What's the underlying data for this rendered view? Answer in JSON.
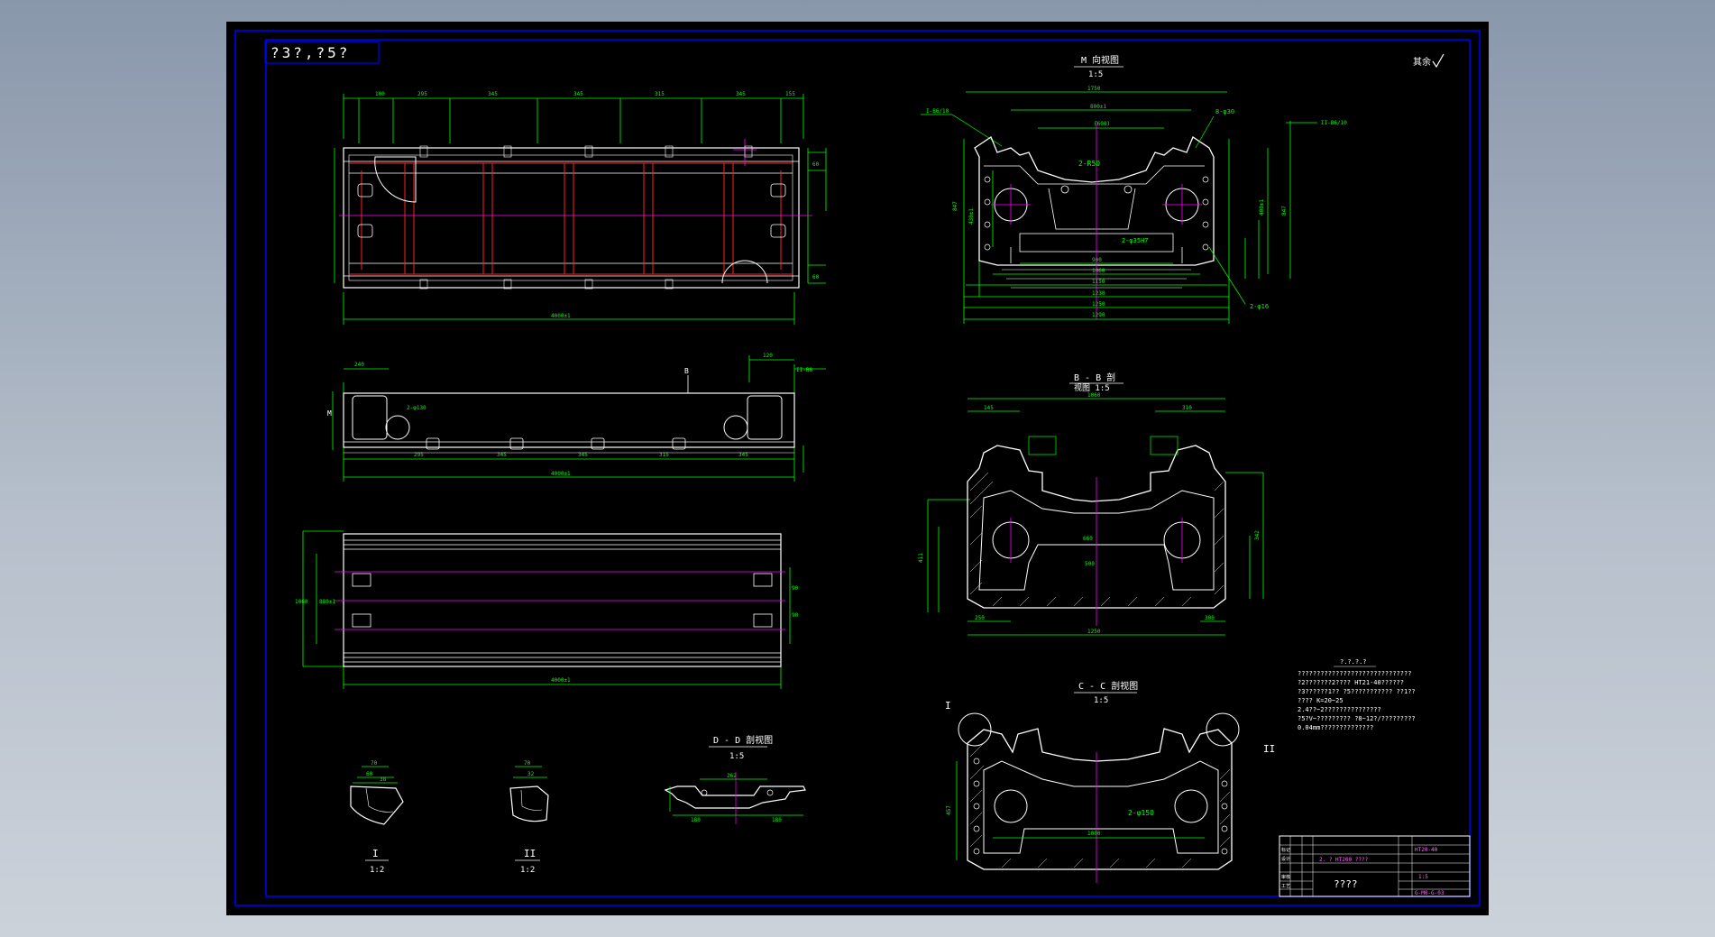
{
  "colors": {
    "background_top": "#8997ab",
    "background_bottom": "#ccd2da",
    "sheet": "#000000",
    "frame": "#0000ff",
    "geometry": "#ffffff",
    "dimension": "#00ff00",
    "centerline": "#ff00ff",
    "hidden": "#ff2020",
    "annotation": "#00ffff"
  },
  "title_tag": "?3?,?5?",
  "corner_mark": "其余",
  "views": {
    "top_title": "M 向视图",
    "top_scale": "1:5",
    "bb_title": "B - B 剖",
    "bb_sub": "视图 1:5",
    "cc_title": "C - C 剖视图",
    "cc_scale": "1:5",
    "dd_title": "D - D 剖视图",
    "dd_scale": "1:5",
    "detail1_label": "I",
    "detail1_scale": "1:2",
    "detail2_label": "II",
    "detail2_scale": "1:2"
  },
  "callouts": {
    "r50": "2-R50",
    "phi35": "2-φ35H7",
    "phi150": "2-φ150",
    "phi8": "8-φ30",
    "phi16": "2-φ16",
    "ii_left": "I",
    "ii_right": "II",
    "section_b": "B",
    "m_arrow": "M"
  },
  "notes": {
    "title": "?.?.?.?",
    "lines": [
      "??????????????????????????????",
      "?2???????2???? HT21-40??????",
      "?3??????1?? ?5??????????? ??1??",
      "   ???? K=20~25",
      "2.4??~2???????????????",
      "?5?V~????????? ?8~12?/?????????",
      "   0.04mm??????????????"
    ]
  },
  "title_block": {
    "material": "HT20-40",
    "part_name": "????",
    "name_prefix": "2. ? HT200 ????",
    "drawing_no": "G-M0-G-03",
    "scale": "1:5",
    "rows": [
      "标记",
      "设计",
      "审核",
      "工艺"
    ]
  }
}
